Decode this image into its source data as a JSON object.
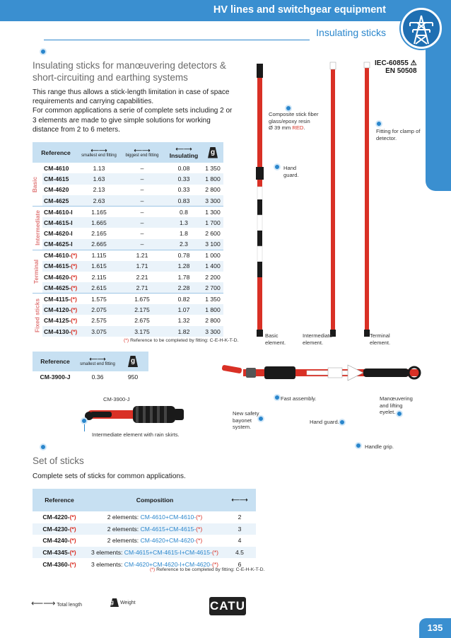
{
  "header": {
    "title": "HV lines and switchgear equipment",
    "subtitle": "Insulating sticks"
  },
  "intro": {
    "heading": "Insulating sticks for manœuvering detectors & short-circuiting and earthing systems",
    "p1": "This range thus allows a stick-length limitation in case of space requirements and carrying capabilities.",
    "p2": "For common applications a serie of complete sets including 2 or 3 elements are made to give simple solutions for working distance from 2 to 6 meters."
  },
  "table1": {
    "headers": {
      "reference": "Reference",
      "smallest": "smallest end fitting",
      "biggest": "biggest end fitting",
      "insulating": "Insulating",
      "weight": "g"
    },
    "groups": [
      {
        "label": "Basic",
        "rows": [
          {
            "ref": "CM-4610",
            "star": "",
            "small": "1.13",
            "big": "–",
            "ins": "0.08",
            "g": "1 350"
          },
          {
            "ref": "CM-4615",
            "star": "",
            "small": "1.63",
            "big": "–",
            "ins": "0.33",
            "g": "1 800"
          },
          {
            "ref": "CM-4620",
            "star": "",
            "small": "2.13",
            "big": "–",
            "ins": "0.33",
            "g": "2 800"
          },
          {
            "ref": "CM-4625",
            "star": "",
            "small": "2.63",
            "big": "–",
            "ins": "0.83",
            "g": "3 300"
          }
        ]
      },
      {
        "label": "Intermediate",
        "rows": [
          {
            "ref": "CM-4610-I",
            "star": "",
            "small": "1.165",
            "big": "–",
            "ins": "0.8",
            "g": "1 300"
          },
          {
            "ref": "CM-4615-I",
            "star": "",
            "small": "1.665",
            "big": "–",
            "ins": "1.3",
            "g": "1 700"
          },
          {
            "ref": "CM-4620-I",
            "star": "",
            "small": "2.165",
            "big": "–",
            "ins": "1.8",
            "g": "2 600"
          },
          {
            "ref": "CM-4625-I",
            "star": "",
            "small": "2.665",
            "big": "–",
            "ins": "2.3",
            "g": "3 100"
          }
        ]
      },
      {
        "label": "Terminal",
        "rows": [
          {
            "ref": "CM-4610-",
            "star": "(*)",
            "small": "1.115",
            "big": "1.21",
            "ins": "0.78",
            "g": "1 000"
          },
          {
            "ref": "CM-4615-",
            "star": "(*)",
            "small": "1.615",
            "big": "1.71",
            "ins": "1.28",
            "g": "1 400"
          },
          {
            "ref": "CM-4620-",
            "star": "(*)",
            "small": "2.115",
            "big": "2.21",
            "ins": "1.78",
            "g": "2 200"
          },
          {
            "ref": "CM-4625-",
            "star": "(*)",
            "small": "2.615",
            "big": "2.71",
            "ins": "2.28",
            "g": "2 700"
          }
        ]
      },
      {
        "label": "Fixed sticks",
        "rows": [
          {
            "ref": "CM-4115-",
            "star": "(*)",
            "small": "1.575",
            "big": "1.675",
            "ins": "0.82",
            "g": "1 350"
          },
          {
            "ref": "CM-4120-",
            "star": "(*)",
            "small": "2.075",
            "big": "2.175",
            "ins": "1.07",
            "g": "1 800"
          },
          {
            "ref": "CM-4125-",
            "star": "(*)",
            "small": "2.575",
            "big": "2.675",
            "ins": "1.32",
            "g": "2 800"
          },
          {
            "ref": "CM-4130-",
            "star": "(*)",
            "small": "3.075",
            "big": "3.175",
            "ins": "1.82",
            "g": "3 300"
          }
        ]
      }
    ],
    "note_star": "(*)",
    "note_text": " Reference to be completed by fitting: C-E-H-K-T-D."
  },
  "table2": {
    "headers": {
      "reference": "Reference",
      "smallest": "smallest end fitting",
      "weight": "g"
    },
    "row": {
      "ref": "CM-3900-J",
      "small": "0.36",
      "g": "950"
    }
  },
  "handle": {
    "ref": "CM-3900-J",
    "caption": "Intermediate element with rain skirts."
  },
  "sets": {
    "heading": "Set of sticks",
    "desc": "Complete sets of sticks for common applications.",
    "headers": {
      "reference": "Reference",
      "composition": "Composition"
    },
    "rows": [
      {
        "ref": "CM-4220-",
        "star": "(*)",
        "prefix": "2 elements: ",
        "comp": "CM-4610+CM-4610-",
        "cstar": "(*)",
        "len": "2"
      },
      {
        "ref": "CM-4230-",
        "star": "(*)",
        "prefix": "2 elements: ",
        "comp": "CM-4615+CM-4615-",
        "cstar": "(*)",
        "len": "3"
      },
      {
        "ref": "CM-4240-",
        "star": "(*)",
        "prefix": "2 elements: ",
        "comp": "CM-4620+CM-4620-",
        "cstar": "(*)",
        "len": "4"
      },
      {
        "ref": "CM-4345-",
        "star": "(*)",
        "prefix": "3 elements: ",
        "comp": "CM-4615+CM-4615-I+CM-4615-",
        "cstar": "(*)",
        "len": "4.5"
      },
      {
        "ref": "CM-4360-",
        "star": "(*)",
        "prefix": "3 elements: ",
        "comp": "CM-4620+CM-4620-I+CM-4620-",
        "cstar": "(*)",
        "len": "6"
      }
    ],
    "note_star": "(*)",
    "note_text": " Reference to be completed by fitting: C-E-H-K-T-D."
  },
  "figure": {
    "standard1": "IEC-60855",
    "standard2": "EN 50508",
    "composite_line1": "Composite stick fiber",
    "composite_line2": "glass/epoxy resin",
    "composite_line3": "Ø 39 mm ",
    "composite_red": "RED",
    "composite_dot": ".",
    "fitting_line1": "Fitting for clamp of",
    "fitting_line2": "detector.",
    "hand_line1": "Hand",
    "hand_line2": "guard.",
    "basic_line1": "Basic",
    "basic_line2": "element.",
    "inter_line1": "Intermediate",
    "inter_line2": "element.",
    "term_line1": "Terminal",
    "term_line2": "element.",
    "fast": "Fast assembly.",
    "manoeuvre_line1": "Manœuvering",
    "manoeuvre_line2": "and lifting",
    "manoeuvre_line3": "eyelet.",
    "bayonet_line1": "New safety",
    "bayonet_line2": "bayonet",
    "bayonet_line3": "system.",
    "handguard": "Hand guard.",
    "grip": "Handle grip."
  },
  "legend": {
    "length": "Total length",
    "weight_icon": "g",
    "weight": "Weight"
  },
  "brand": "CATU",
  "page_number": "135"
}
